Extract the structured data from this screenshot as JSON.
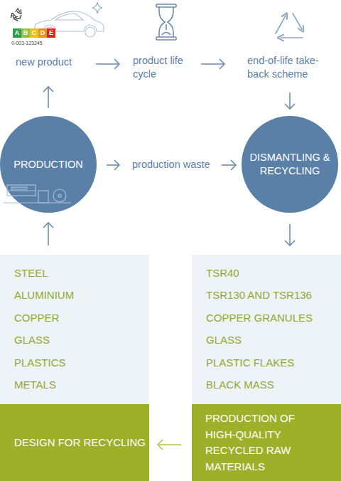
{
  "diagram": {
    "nodes": [
      {
        "text": [
          "new product"
        ]
      },
      {
        "text": [
          "product life cycle"
        ]
      },
      {
        "text": [
          "end-of-life take-back scheme"
        ]
      },
      {
        "text": [
          "PRODUCTION"
        ]
      },
      {
        "text": [
          "production waste"
        ]
      },
      {
        "text": [
          "DISMANTLING & RECYCLING"
        ]
      },
      {
        "text": [
          "STEEL",
          "ALUMINIUM",
          "COPPER",
          "GLASS",
          "PLASTICS",
          "METALS"
        ]
      },
      {
        "text": [
          "TSR40",
          "TSR130 AND TSR136",
          "COPPER GRANULES",
          "GLASS",
          "PLASTIC FLAKES",
          "BLACK MASS"
        ]
      },
      {
        "text": [
          "DESIGN FOR RECYCLING"
        ]
      },
      {
        "text": [
          "PRODUCTION OF HIGH-QUALITY RECYCLED RAW MATERIALS"
        ]
      }
    ],
    "edges": [
      {
        "from": 0,
        "to": 1,
        "arrow": "to"
      },
      {
        "from": 1,
        "to": 2,
        "arrow": "to"
      },
      {
        "from": 2,
        "to": 5,
        "arrow": "to"
      },
      {
        "from": 3,
        "to": 0,
        "arrow": "to"
      },
      {
        "from": 3,
        "to": 4,
        "arrow": "to"
      },
      {
        "from": 4,
        "to": 5,
        "arrow": "to"
      },
      {
        "from": 5,
        "to": 7,
        "arrow": "to"
      },
      {
        "from": 6,
        "to": 3,
        "arrow": "to"
      },
      {
        "from": 9,
        "to": 8,
        "arrow": "to"
      }
    ],
    "labels": [
      "A",
      "B",
      "C",
      "D",
      "E",
      "0-003-123245"
    ]
  }
}
